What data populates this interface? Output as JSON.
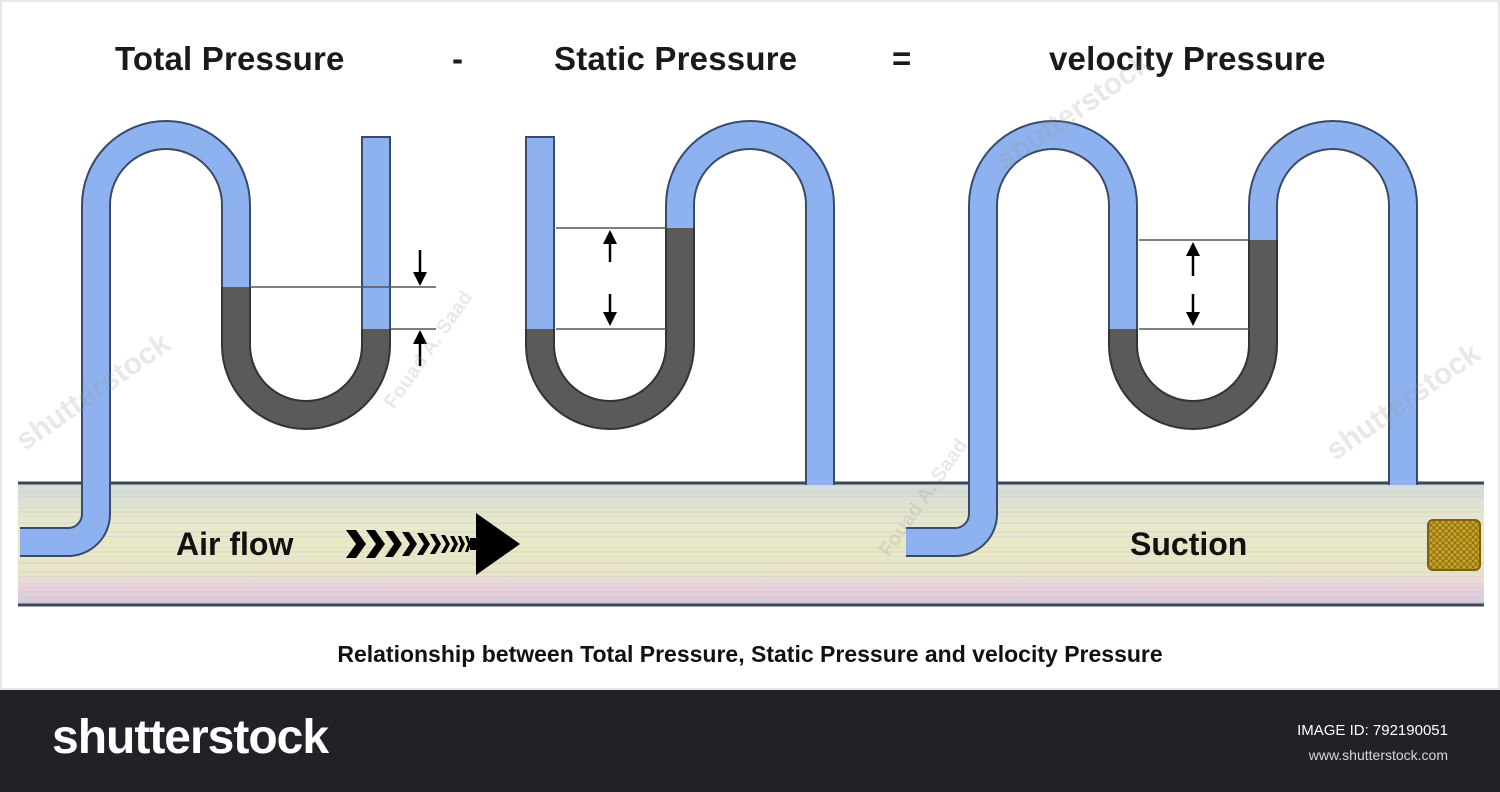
{
  "equation": {
    "term1": "Total Pressure",
    "op1": "-",
    "term2": "Static Pressure",
    "op2": "=",
    "term3": "velocity Pressure"
  },
  "pipe": {
    "flow_label": "Air flow",
    "suction_label": "Suction"
  },
  "caption": "Relationship between Total Pressure, Static Pressure and velocity Pressure",
  "footer": {
    "brand": "shutterstock",
    "image_id": "IMAGE ID: 792190051",
    "site": "www.shutterstock.com"
  },
  "watermark": {
    "author": "Fouad A. Saad",
    "brand": "shutterstock"
  },
  "colors": {
    "tube_blue": "#8db2ef",
    "tube_outline": "#3a4a6a",
    "fluid_dark": "#5a5a5a",
    "footer_bg": "#212227"
  }
}
